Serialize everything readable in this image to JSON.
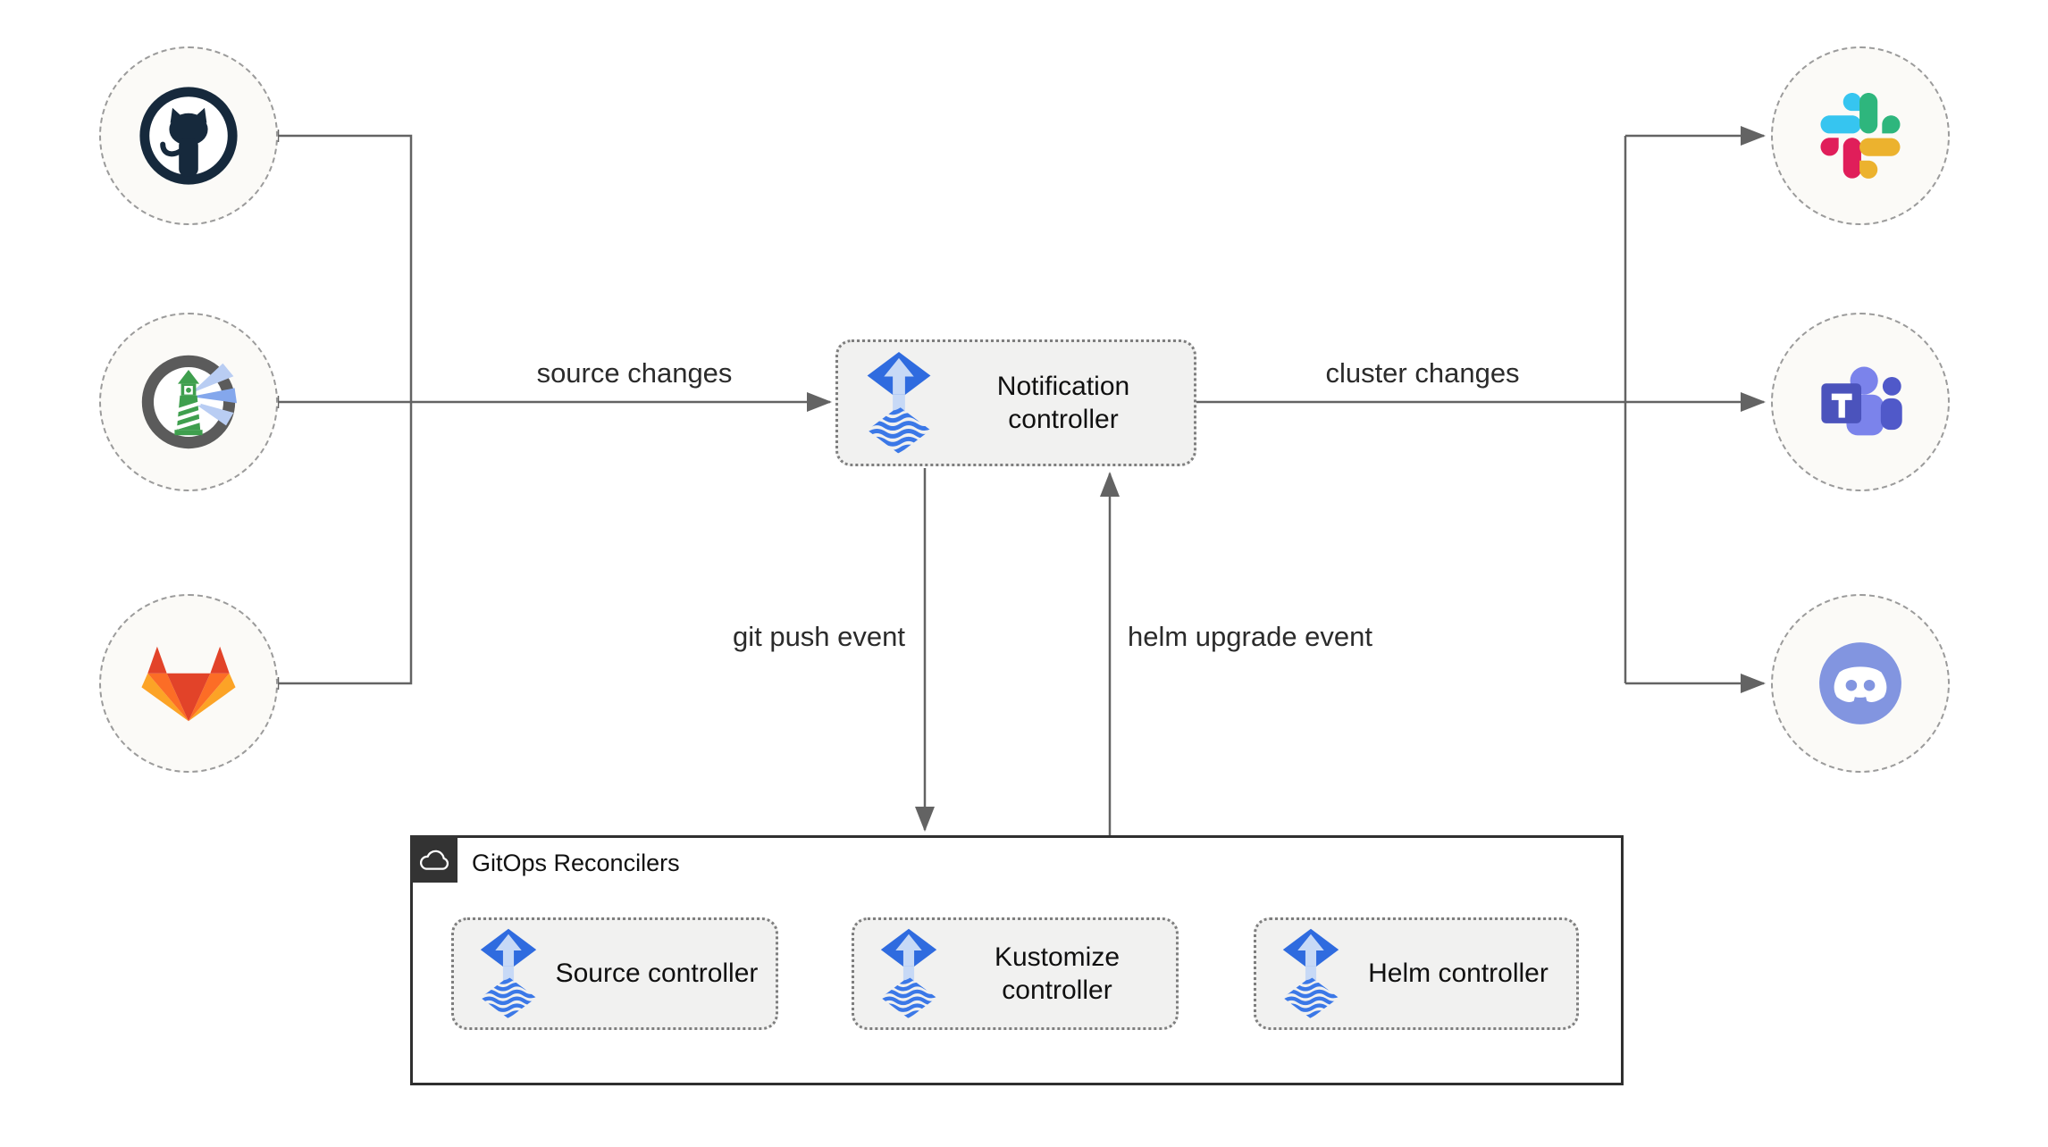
{
  "sources": {
    "items": [
      {
        "name": "github",
        "icon": "github-icon"
      },
      {
        "name": "harbor",
        "icon": "harbor-icon"
      },
      {
        "name": "gitlab",
        "icon": "gitlab-icon"
      }
    ]
  },
  "notifiers": {
    "items": [
      {
        "name": "slack",
        "icon": "slack-icon"
      },
      {
        "name": "teams",
        "icon": "microsoft-teams-icon"
      },
      {
        "name": "discord",
        "icon": "discord-icon"
      }
    ]
  },
  "notification_controller": {
    "label": "Notification controller",
    "icon": "flux-icon"
  },
  "reconcilers": {
    "title": "GitOps Reconcilers",
    "badge_icon": "cloud-icon",
    "items": [
      {
        "label": "Source controller",
        "icon": "flux-icon"
      },
      {
        "label": "Kustomize controller",
        "icon": "flux-icon"
      },
      {
        "label": "Helm controller",
        "icon": "flux-icon"
      }
    ]
  },
  "edge_labels": {
    "source_changes": "source changes",
    "cluster_changes": "cluster changes",
    "git_push_event": "git push event",
    "helm_upgrade_event": "helm upgrade event"
  },
  "colors": {
    "connector": "#636363",
    "node_background": "#f1f1f0",
    "circle_background": "#fbfaf7",
    "flux_blue": "#2f6bdf",
    "flux_wave_blue": "#3b78e7",
    "github_dark": "#16293c",
    "harbor_green": "#3f9f4e",
    "gitlab_red": "#e24329",
    "gitlab_orange": "#fc6d26",
    "gitlab_yellow": "#fca326",
    "slack_blue": "#36c5f0",
    "slack_green": "#2eb67d",
    "slack_yellow": "#ecb22e",
    "slack_pink": "#e01e5a",
    "teams_purple": "#4b53bc",
    "teams_light_purple": "#7b83eb",
    "discord_blurple": "#8295e0"
  }
}
